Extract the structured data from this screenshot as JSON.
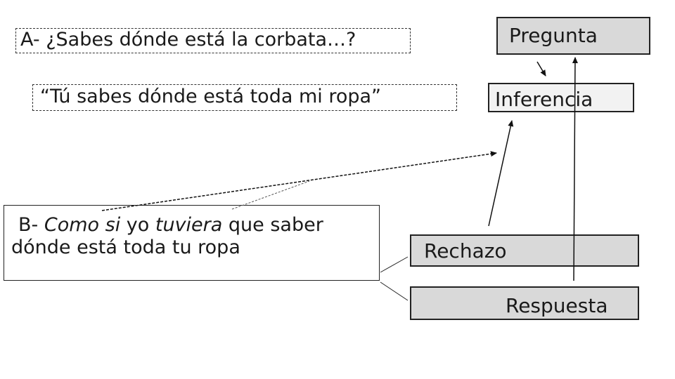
{
  "dialogue": {
    "question_a": "A- ¿Sabes dónde está la corbata…?",
    "implicature": "“Tú sabes dónde está toda mi ropa”",
    "answer_b": {
      "prefix": "B- ",
      "como_si": "Como si",
      "yo": " yo ",
      "tuviera": "tuviera",
      "rest_line1": " que saber",
      "line2": "dónde está toda tu ropa"
    }
  },
  "labels": {
    "pregunta": "Pregunta",
    "inferencia": "Inferencia",
    "rechazo": "Rechazo",
    "respuesta": "Respuesta"
  },
  "colors": {
    "box_fill": "#d9d9d9",
    "inferencia_fill": "#f2f2f2",
    "stroke": "#222222"
  }
}
